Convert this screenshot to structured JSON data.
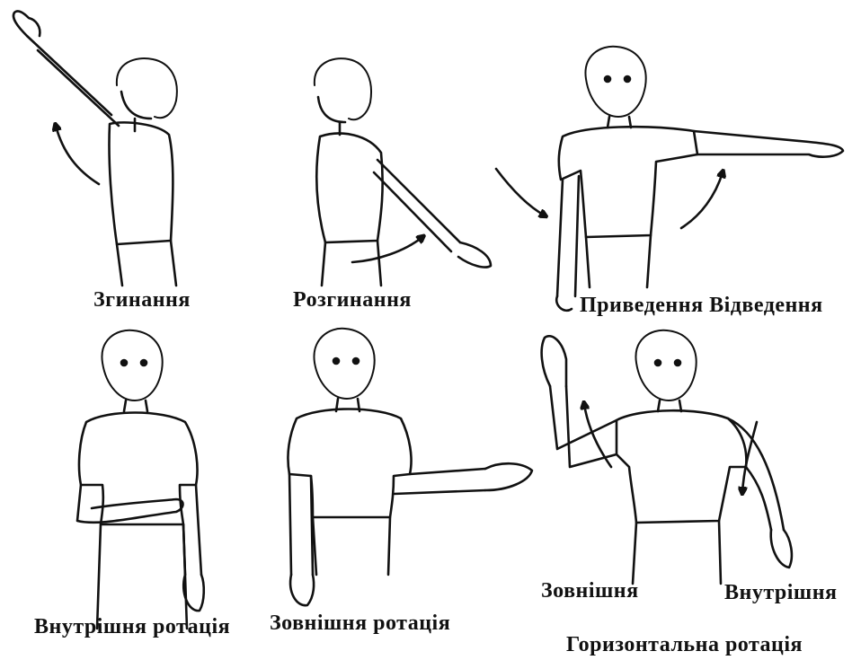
{
  "captions": {
    "flexion": "Згинання",
    "extension": "Розгинання",
    "adduction_abduction": "Приведення Відведення",
    "internal_rotation": "Внутрішня ротація",
    "external_rotation": "Зовнішня ротація",
    "horizontal_external": "Зовнішня",
    "horizontal_internal": "Внутрішня",
    "horizontal_rotation": "Горизонтальна ротація"
  }
}
